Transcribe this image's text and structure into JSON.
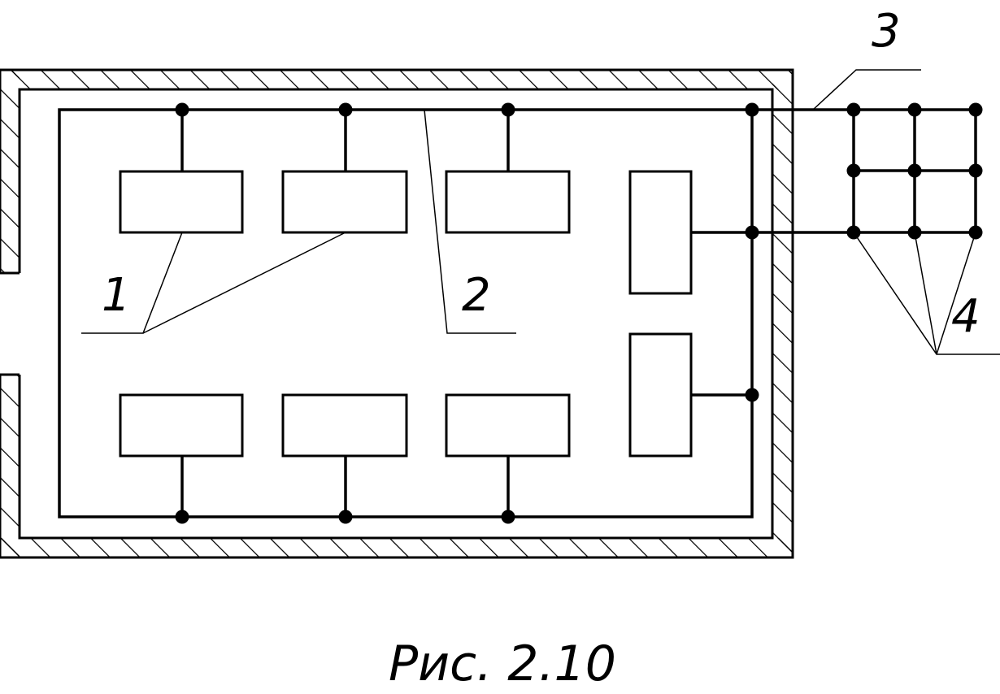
{
  "figure": {
    "caption": "Рис. 2.10",
    "labels": {
      "label_1": "1",
      "label_2": "2",
      "label_3": "3",
      "label_4": "4"
    }
  },
  "colors": {
    "ink": "#000000",
    "paper": "#ffffff"
  }
}
